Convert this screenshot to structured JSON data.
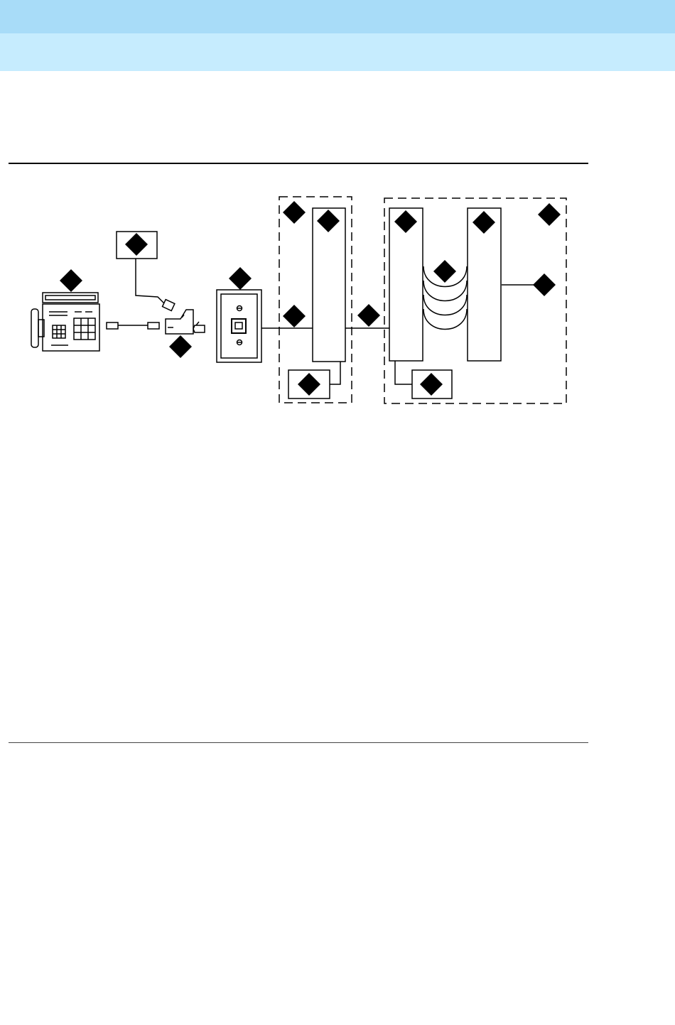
{
  "header": {
    "band_top_color": "#a8dcf8",
    "band_bottom_color": "#c6ecfe"
  },
  "diagram": {
    "stroke_color": "#000000",
    "fill_color": "#ffffff",
    "callout_marker_icon": "black-diamond-icon",
    "components": [
      "fax-terminal",
      "adapter",
      "external-power-supply",
      "wall-jack",
      "cross-connect-field",
      "distribution-field",
      "building-cable-bundle",
      "equipment-field"
    ]
  }
}
